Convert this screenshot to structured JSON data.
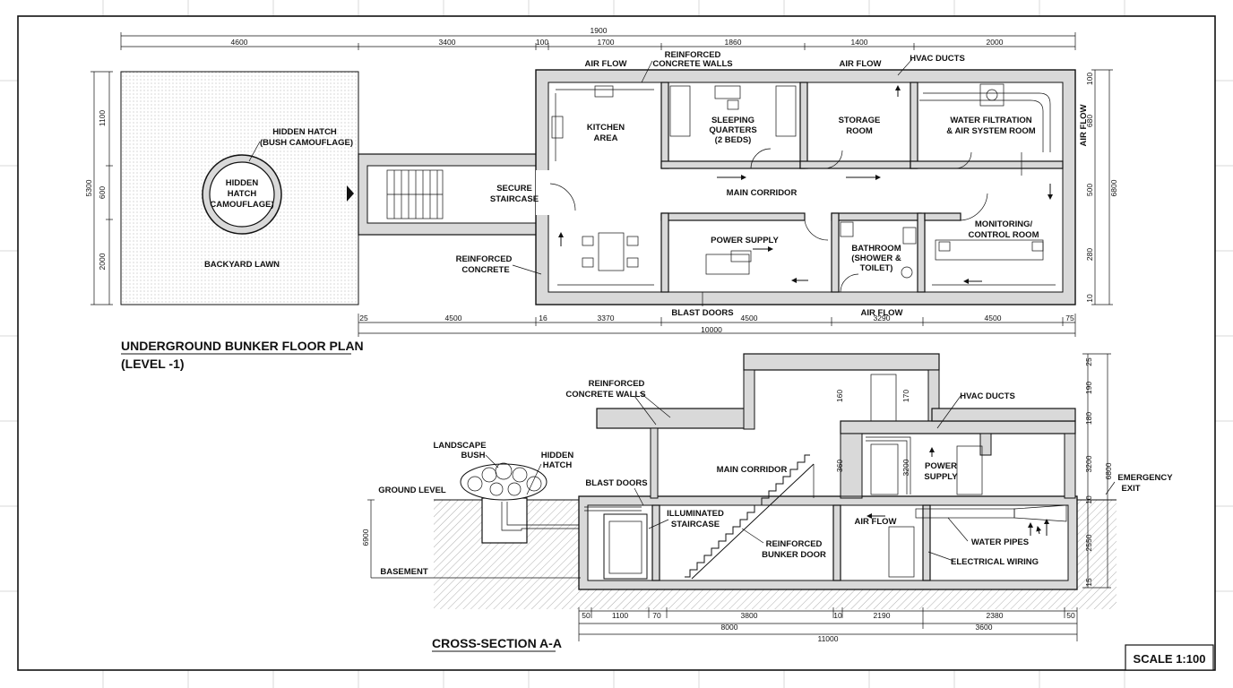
{
  "plan": {
    "title_line1": "UNDERGROUND BUNKER FLOOR PLAN",
    "title_line2": "(LEVEL -1)",
    "rooms": {
      "kitchen": [
        "KITCHEN",
        "AREA"
      ],
      "sleeping": [
        "SLEEPING",
        "QUARTERS",
        "(2 BEDS)"
      ],
      "storage": [
        "STORAGE",
        "ROOM"
      ],
      "water": [
        "WATER FILTRATION",
        "& AIR SYSTEM ROOM"
      ],
      "staircase": [
        "SECURE",
        "STAIRCASE"
      ],
      "corridor": "MAIN CORRIDOR",
      "power": "POWER SUPPLY",
      "bathroom": [
        "BATHROOM",
        "(SHOWER &",
        "TOILET)"
      ],
      "monitoring": [
        "MONITORING/",
        "CONTROL ROOM"
      ],
      "lawn": "BACKYARD LAWN"
    },
    "hatch_inner": [
      "HIDDEN",
      "HATCH",
      "CAMOUFLAGE)"
    ],
    "hatch_callout": [
      "HIDDEN HATCH",
      "(BUSH CAMOUFLAGE)"
    ],
    "reinforced_walls": [
      "REINFORCED",
      "CONCRETE WALLS"
    ],
    "reinforced_concrete": [
      "REINFORCED",
      "CONCRETE"
    ],
    "air_flow_top_left": "AIR FLOW",
    "air_flow_top_right": "AIR FLOW",
    "air_flow_bottom": "AIR FLOW",
    "air_flow_side": "AIR FLOW",
    "hvac": "HVAC DUCTS",
    "blast_doors": "BLAST DOORS",
    "dims_top_total": "1900",
    "dims_top": [
      "4600",
      "3400",
      "100",
      "1700",
      "1860",
      "1400",
      "2000"
    ],
    "dims_bottom": [
      "25",
      "4500",
      "16",
      "3370",
      "4500",
      "3290",
      "4500",
      "75"
    ],
    "dims_bottom_total": "10000",
    "dims_left": [
      "1100",
      "5300",
      "600",
      "2000"
    ],
    "dims_right": [
      "100",
      "680",
      "500",
      "280",
      "10",
      "6800"
    ]
  },
  "section": {
    "title": "CROSS-SECTION A-A",
    "labels": {
      "walls": [
        "REINFORCED",
        "CONCRETE WALLS"
      ],
      "hvac": "HVAC DUCTS",
      "landscape": [
        "LANDSCAPE",
        "BUSH"
      ],
      "hatch": [
        "HIDDEN",
        "HATCH"
      ],
      "ground": "GROUND LEVEL",
      "basement": "BASEMENT",
      "blast": "BLAST DOORS",
      "illuminated": [
        "ILLUMINATED",
        "STAIRCASE"
      ],
      "corridor": "MAIN CORRIDOR",
      "power": [
        "POWER",
        "SUPPLY"
      ],
      "air": "AIR FLOW",
      "bunker_door": [
        "REINFORCED",
        "BUNKER DOOR"
      ],
      "water": "WATER PIPES",
      "electrical": "ELECTRICAL WIRING",
      "emergency": [
        "EMERGENCY",
        "EXIT"
      ]
    },
    "dims_bottom": [
      "50",
      "1100",
      "70",
      "3800",
      "10",
      "2190",
      "2380",
      "50"
    ],
    "dims_sub": [
      "8000",
      "3600"
    ],
    "dims_total": "11000",
    "dims_left": "6900",
    "dims_right": [
      "25",
      "190",
      "180",
      "3200",
      "10",
      "2550",
      "15",
      "6800"
    ],
    "dims_inner": [
      "160",
      "170",
      "360",
      "3200"
    ]
  },
  "scale": "SCALE 1:100"
}
